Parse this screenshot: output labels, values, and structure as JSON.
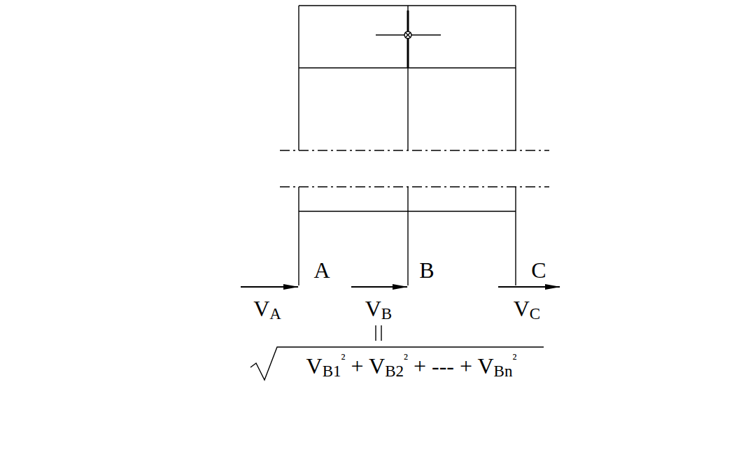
{
  "diagram": {
    "labels": [
      "A",
      "B",
      "C",
      "VA",
      "VB",
      "VC",
      "VB1² + VB2² + --- + VBn²"
    ]
  }
}
